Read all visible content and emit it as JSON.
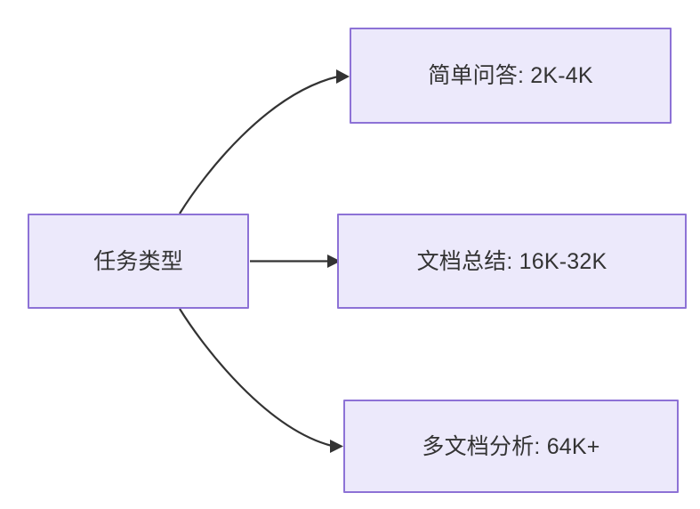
{
  "diagram": {
    "type": "flowchart",
    "orientation": "left-to-right",
    "background_color": "#ffffff",
    "node_fill_color": "#ece9fb",
    "node_border_color": "#8d72d6",
    "text_color": "#333333",
    "edge_color": "#333333",
    "source_node": {
      "id": "task-type",
      "label": "任务类型"
    },
    "target_nodes": [
      {
        "id": "simple-qa",
        "label": "简单问答: 2K-4K",
        "category": "简单问答",
        "token_range": "2K-4K"
      },
      {
        "id": "doc-summary",
        "label": "文档总结: 16K-32K",
        "category": "文档总结",
        "token_range": "16K-32K"
      },
      {
        "id": "multi-doc",
        "label": "多文档分析: 64K+",
        "category": "多文档分析",
        "token_range": "64K+"
      }
    ],
    "edges": [
      {
        "id": "edge-to-simple-qa",
        "from": "任务类型",
        "to": "简单问答: 2K-4K",
        "style": "curved"
      },
      {
        "id": "edge-to-doc-summary",
        "from": "任务类型",
        "to": "文档总结: 16K-32K",
        "style": "straight"
      },
      {
        "id": "edge-to-multi-doc",
        "from": "任务类型",
        "to": "多文档分析: 64K+",
        "style": "curved"
      }
    ]
  }
}
